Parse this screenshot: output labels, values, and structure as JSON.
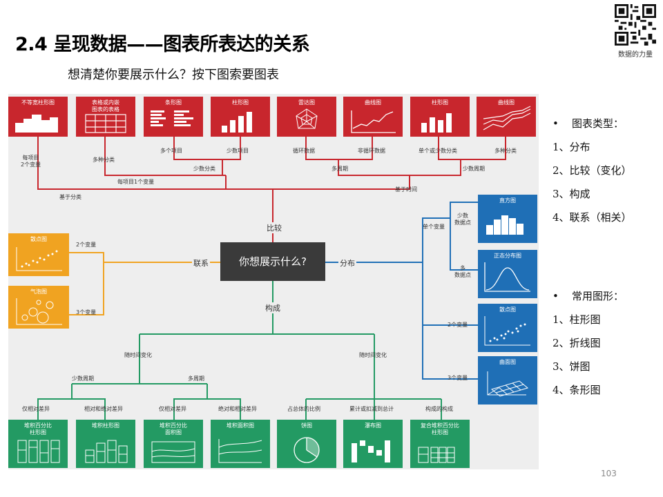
{
  "header": {
    "title": "2.4 呈现数据——图表所表达的关系",
    "subtitle": "想清楚你要展示什么？按下图索要图表"
  },
  "logo": {
    "caption": "数据的力量"
  },
  "page_number": "103",
  "diagram": {
    "center": "你想展示什么?",
    "branches": {
      "compare": "比较",
      "relation": "联系",
      "distribution": "分布",
      "composition": "构成"
    },
    "red_boxes": [
      "不等宽柱形图",
      "表格或内嵌\n图表的表格",
      "条形图",
      "柱形图",
      "雷达图",
      "曲线图",
      "柱形图",
      "曲线图"
    ],
    "red_labels": {
      "per_item_two_vars": "每项目\n2个变量",
      "multi_category": "多种分类",
      "many_items": "多个项目",
      "few_items": "少数项目",
      "few_categories": "少数分类",
      "per_item_one_var": "每项目1个变量",
      "based_on_category": "基于分类",
      "cyclic": "循环数据",
      "non_cyclic": "非循环数据",
      "single_or_few": "单个或少数分类",
      "multi_category_2": "多种分类",
      "multi_period": "多周期",
      "few_periods": "少数周期",
      "based_on_time": "基于时间"
    },
    "yellow_boxes": [
      "散点图",
      "气泡图"
    ],
    "yellow_labels": {
      "two_vars": "2个变量",
      "three_vars": "3个变量"
    },
    "blue_boxes": [
      "直方图",
      "正态分布图",
      "散点图",
      "曲面图"
    ],
    "blue_labels": {
      "single_var": "单个变量",
      "few_points": "少数\n数据点",
      "many_points": "多\n数据点",
      "two_vars": "2个变量",
      "three_vars": "3个变量"
    },
    "green_boxes": [
      "堆积百分比\n柱形图",
      "堆积柱形图",
      "堆积百分比\n面积图",
      "堆积面积图",
      "饼图",
      "瀑布图",
      "复合堆积百分比\n柱形图"
    ],
    "green_labels": {
      "over_time_left": "随时间变化",
      "over_time_right": "随时间变化",
      "few_periods": "少数周期",
      "multi_period": "多周期",
      "relative_only_1": "仅相对差异",
      "relative_absolute_1": "相对和绝对差异",
      "relative_only_2": "仅相对差异",
      "absolute_relative_2": "绝对和相对差异",
      "share_of_total": "占总体的比例",
      "accumulate": "累计或扣减到总计",
      "component": "构成的构成"
    }
  },
  "sidebar": {
    "section1_title": "图表类型：",
    "section1_items": [
      "1、分布",
      "2、比较（变化）",
      "3、构成",
      "4、联系（相关）"
    ],
    "section2_title": "常用图形：",
    "section2_items": [
      "1、柱形图",
      "2、折线图",
      "3、饼图",
      "4、条形图"
    ],
    "bullet": "•"
  },
  "colors": {
    "red": "#c8262d",
    "yellow": "#f0a321",
    "blue": "#1f6fb6",
    "green": "#239a63",
    "center": "#3a3a3a",
    "background": "#eeeeee"
  }
}
